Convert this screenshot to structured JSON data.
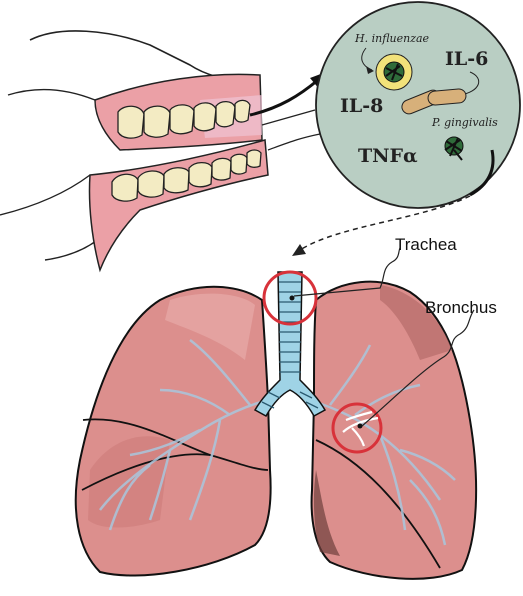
{
  "labels": {
    "h_influenzae": "H. influenzae",
    "il6": "IL-6",
    "il8": "IL-8",
    "p_gingivalis": "P. gingivalis",
    "tnf": "TNFα",
    "trachea": "Trachea",
    "bronchus": "Bronchus"
  },
  "colors": {
    "circle_fill": "#b9cec3",
    "lung_fill": "#dc8f8d",
    "lung_shade": "#b56b6a",
    "airway": "#9fd3e6",
    "gum": "#eba0a6",
    "tooth": "#f3ebc3",
    "marker": "#d8323a",
    "bacterium": "#d7b07a"
  }
}
